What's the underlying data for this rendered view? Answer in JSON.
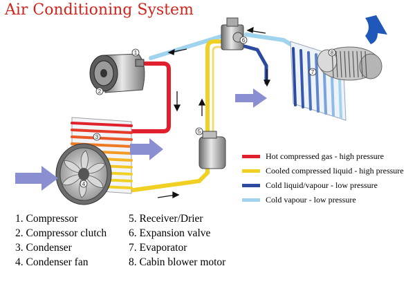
{
  "title": "Air Conditioning System",
  "colors": {
    "hot_gas": "#e0202c",
    "cool_liquid": "#f0d023",
    "cold_liquid_vapour": "#2b4aa0",
    "cold_vapour": "#9fd3ee",
    "arrow": "#8a8fd2",
    "blower_arrow": "#1f58b8",
    "title": "#d0241c"
  },
  "legend": [
    {
      "label": "Hot compressed gas - high pressure",
      "color": "#e0202c"
    },
    {
      "label": "Cooled compressed liquid - high pressure",
      "color": "#f0d023"
    },
    {
      "label": "Cold liquid/vapour - low pressure",
      "color": "#2b4aa0"
    },
    {
      "label": "Cold vapour - low pressure",
      "color": "#9fd3ee"
    }
  ],
  "components_left": [
    "1. Compressor",
    "2. Compressor clutch",
    "3. Condenser",
    "4. Condenser fan"
  ],
  "components_right": [
    "5. Receiver/Drier",
    "6. Expansion valve",
    "7. Evaporator",
    "8. Cabin blower motor"
  ],
  "callouts": [
    "1",
    "2",
    "3",
    "4",
    "5",
    "6",
    "7",
    "8"
  ]
}
